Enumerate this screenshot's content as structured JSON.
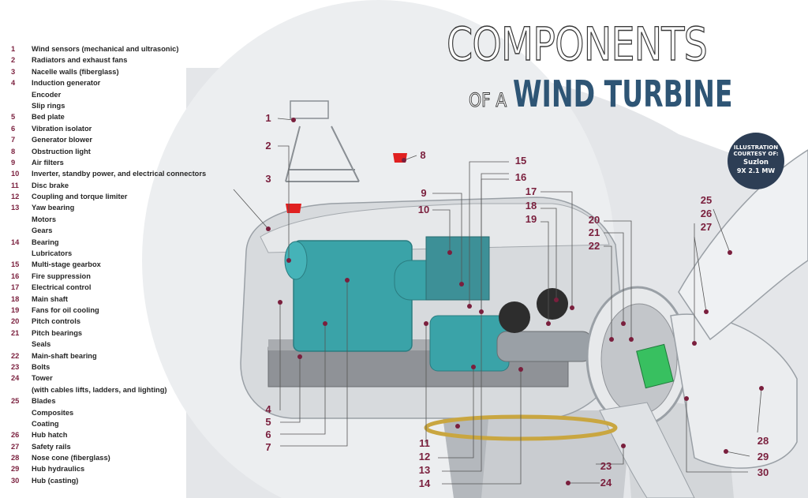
{
  "title": {
    "line1": "COMPONENTS",
    "line2a": "OF A",
    "line2b": "WIND TURBINE"
  },
  "credit": {
    "line1": "ILLUSTRATION\nCOURTESY OF:",
    "line2": "Suzlon",
    "line3": "9X 2.1 MW"
  },
  "legend": [
    {
      "num": "1",
      "text": "Wind sensors (mechanical and ultrasonic)"
    },
    {
      "num": "2",
      "text": "Radiators and exhaust fans"
    },
    {
      "num": "3",
      "text": "Nacelle walls (fiberglass)"
    },
    {
      "num": "4",
      "text": "Induction generator"
    },
    {
      "num": "",
      "text": "Encoder"
    },
    {
      "num": "",
      "text": "Slip rings"
    },
    {
      "num": "5",
      "text": "Bed plate"
    },
    {
      "num": "6",
      "text": "Vibration isolator"
    },
    {
      "num": "7",
      "text": "Generator blower"
    },
    {
      "num": "8",
      "text": "Obstruction light"
    },
    {
      "num": "9",
      "text": "Air filters"
    },
    {
      "num": "10",
      "text": "Inverter, standby power, and electrical connectors"
    },
    {
      "num": "11",
      "text": "Disc brake"
    },
    {
      "num": "12",
      "text": "Coupling and torque limiter"
    },
    {
      "num": "13",
      "text": "Yaw bearing"
    },
    {
      "num": "",
      "text": "Motors"
    },
    {
      "num": "",
      "text": "Gears"
    },
    {
      "num": "14",
      "text": "Bearing"
    },
    {
      "num": "",
      "text": "Lubricators"
    },
    {
      "num": "15",
      "text": "Multi-stage gearbox"
    },
    {
      "num": "16",
      "text": "Fire suppression"
    },
    {
      "num": "17",
      "text": "Electrical control"
    },
    {
      "num": "18",
      "text": "Main shaft"
    },
    {
      "num": "19",
      "text": "Fans for oil cooling"
    },
    {
      "num": "20",
      "text": "Pitch controls"
    },
    {
      "num": "21",
      "text": "Pitch bearings"
    },
    {
      "num": "",
      "text": "Seals"
    },
    {
      "num": "22",
      "text": "Main-shaft bearing"
    },
    {
      "num": "23",
      "text": "Bolts"
    },
    {
      "num": "24",
      "text": "Tower"
    },
    {
      "num": "",
      "text": "(with cables lifts, ladders, and lighting)"
    },
    {
      "num": "25",
      "text": "Blades"
    },
    {
      "num": "",
      "text": "Composites"
    },
    {
      "num": "",
      "text": "Coating"
    },
    {
      "num": "26",
      "text": "Hub hatch"
    },
    {
      "num": "27",
      "text": "Safety rails"
    },
    {
      "num": "28",
      "text": "Nose cone (fiberglass)"
    },
    {
      "num": "29",
      "text": "Hub hydraulics"
    },
    {
      "num": "30",
      "text": "Hub (casting)"
    }
  ],
  "callouts": [
    "1",
    "2",
    "3",
    "4",
    "5",
    "6",
    "7",
    "8",
    "9",
    "10",
    "11",
    "12",
    "13",
    "14",
    "15",
    "16",
    "17",
    "18",
    "19",
    "20",
    "21",
    "22",
    "23",
    "24",
    "25",
    "26",
    "27",
    "28",
    "29",
    "30"
  ],
  "colors": {
    "accent": "#7a1f3d",
    "title_blue": "#2e5575",
    "teal_machine": "#3aa3a8",
    "nacelle_gray": "#cfd2d6",
    "credit_bg": "#2d3e55"
  }
}
